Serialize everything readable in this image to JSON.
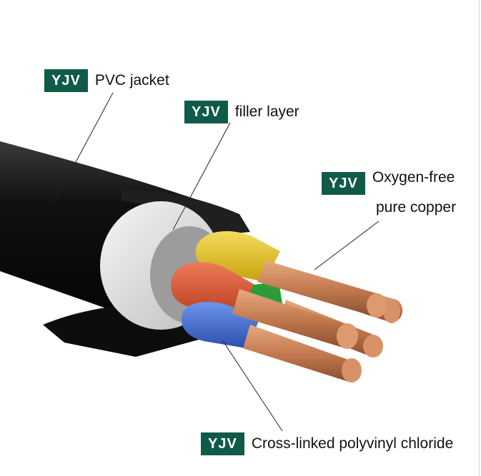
{
  "callouts": [
    {
      "badge": "YJV",
      "label": "PVC jacket"
    },
    {
      "badge": "YJV",
      "label": "filler layer"
    },
    {
      "badge": "YJV",
      "label": "Oxygen-free",
      "label_line2": "pure copper"
    },
    {
      "badge": "YJV",
      "label": "Cross-linked polyvinyl chloride"
    }
  ],
  "colors": {
    "badge_bg": "#0f5a48",
    "jacket": "#141414",
    "filler": "#e8e8e8",
    "core_yellow": "#e8c21f",
    "core_red": "#d9502f",
    "core_blue": "#3d6fd1",
    "core_green": "#2a9d3a",
    "copper": "#c98258"
  }
}
